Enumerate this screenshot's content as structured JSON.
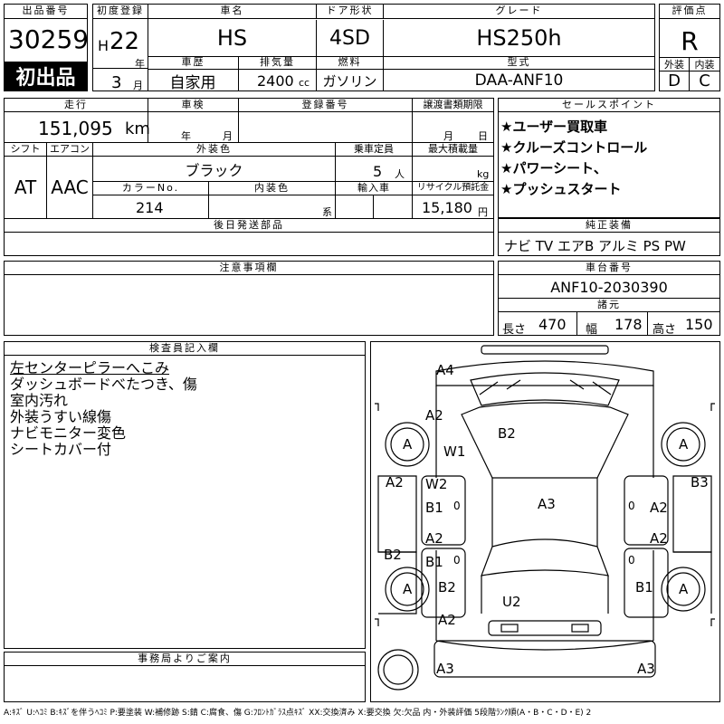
{
  "header": {
    "lot_label": "出品番号",
    "lot_no": "30259",
    "first_listing": "初出品",
    "first_reg_label": "初度登録",
    "era": "H",
    "year": "22",
    "year_unit": "年",
    "month": "3",
    "month_unit": "月",
    "car_name_label": "車名",
    "car_name": "HS",
    "door_label": "ドア形状",
    "door": "4SD",
    "grade_label": "グレード",
    "grade": "HS250h",
    "score_label": "評価点",
    "score": "R",
    "history_label": "車歴",
    "history": "自家用",
    "displacement_label": "排気量",
    "displacement": "2400",
    "displacement_unit": "cc",
    "fuel_label": "燃料",
    "fuel": "ガソリン",
    "model_label": "型式",
    "model": "DAA-ANF10",
    "ext_label": "外装",
    "int_label": "内装",
    "ext": "D",
    "int": "C"
  },
  "row2": {
    "mileage_label": "走行",
    "mileage": "151,095",
    "mileage_unit": "km",
    "inspection_label": "車検",
    "inspection_year_unit": "年",
    "inspection_month_unit": "月",
    "reg_label": "登録番号",
    "transfer_label": "譲渡書類期限",
    "transfer_month_unit": "月",
    "transfer_day_unit": "日",
    "shift_label": "シフト",
    "shift": "AT",
    "ac_label": "エアコン",
    "ac": "AAC",
    "color_label": "外装色",
    "color": "ブラック",
    "seats_label": "乗車定員",
    "seats": "5",
    "seats_unit": "人",
    "load_label": "最大積載量",
    "load_unit": "kg",
    "color_no_label": "カラーNo.",
    "color_no": "214",
    "int_color_label": "内装色",
    "int_color_unit": "系",
    "import_label": "輸入車",
    "recycle_label": "リサイクル預託金",
    "recycle": "15,180",
    "recycle_unit": "円",
    "later_parts_label": "後日発送部品"
  },
  "sales": {
    "label": "セールスポイント",
    "points": [
      "★ユーザー買取車",
      "★クルーズコントロール",
      "★パワーシート、",
      "★プッシュスタート"
    ]
  },
  "equipment": {
    "label": "純正装備",
    "value": "ナビ TV エアB アルミ PS PW"
  },
  "caution_label": "注意事項欄",
  "chassis": {
    "label": "車台番号",
    "value": "ANF10-2030390"
  },
  "dims": {
    "label": "諸元",
    "length_label": "長さ",
    "length": "470",
    "width_label": "幅",
    "width": "178",
    "height_label": "高さ",
    "height": "150"
  },
  "inspector": {
    "label": "検査員記入欄",
    "notes": [
      "左センターピラーへこみ",
      "ダッシュボードべたつき、傷",
      "室内汚れ",
      "外装うすい線傷",
      "ナビモニター変色",
      "シートカバー付"
    ]
  },
  "office_label": "事務局よりご案内",
  "legend": "A:ｷｽﾞ U:ﾍｺﾐ B:ｷｽﾞを伴うﾍｺﾐ P:要塗装 W:補修跡 S:錆 C:腐食、傷 G:ﾌﾛﾝﾄｶﾞﾗｽ点ｷｽﾞ XX:交換済み X:要交換 欠:欠品 内・外装評価 5段階ﾗﾝｸ順(A・B・C・D・E) 2",
  "damage": {
    "a4": "A4",
    "a2_fl": "A2",
    "b2_roof": "B2",
    "w1": "W1",
    "a2_l": "A2",
    "w2": "W2",
    "b1_l": "B1",
    "a3_c": "A3",
    "a2_r": "A2",
    "b3": "B3",
    "b2_l": "B2",
    "a2_l2": "A2",
    "b1_l2": "B1",
    "a2_r2": "A2",
    "b2_rl": "B2",
    "u2": "U2",
    "b1_rr": "B1",
    "a2_rl": "A2",
    "a3_bl": "A3",
    "a3_br": "A3",
    "tire_fl": "A",
    "tire_fr": "A",
    "tire_rl": "A",
    "tire_rr": "A",
    "zero": "0"
  }
}
